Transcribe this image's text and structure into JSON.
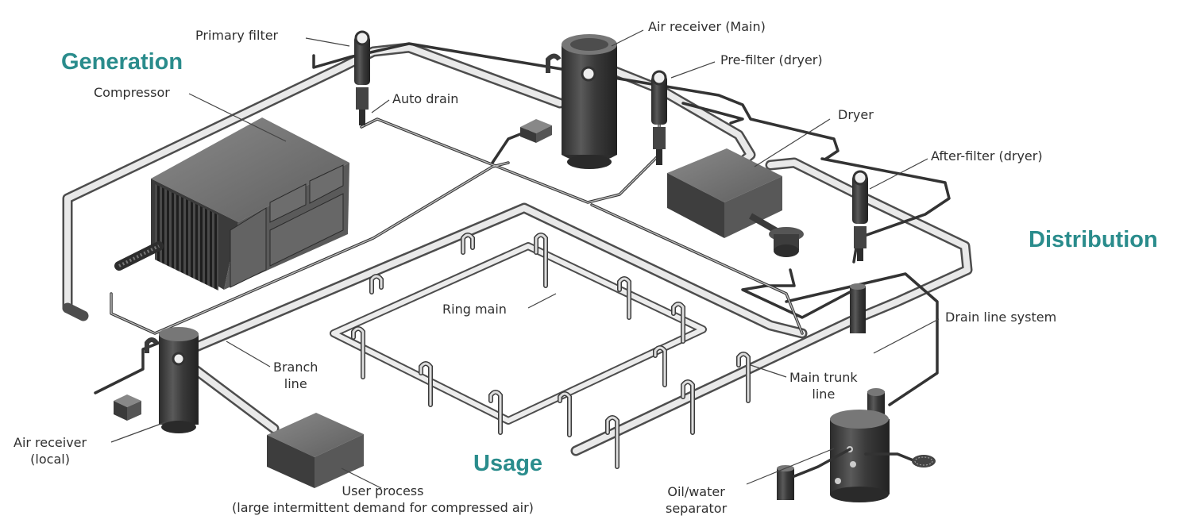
{
  "sections": {
    "generation": "Generation",
    "distribution": "Distribution",
    "usage": "Usage"
  },
  "labels": {
    "primary_filter": "Primary filter",
    "compressor": "Compressor",
    "auto_drain": "Auto drain",
    "air_receiver_main": "Air receiver (Main)",
    "pre_filter": "Pre-filter (dryer)",
    "dryer": "Dryer",
    "after_filter": "After-filter (dryer)",
    "drain_line_system": "Drain line system",
    "ring_main": "Ring main",
    "branch_line": "Branch\nline",
    "main_trunk_line": "Main trunk\nline",
    "air_receiver_local": "Air receiver\n(local)",
    "user_process": "User process\n(large intermittent demand for compressed air)",
    "oil_water_separator": "Oil/water\nseparator"
  },
  "colors": {
    "section_teal": "#2a8c8c",
    "pipe_dark": "#4d4d4d",
    "equipment_dark": "#3d3d3d"
  }
}
